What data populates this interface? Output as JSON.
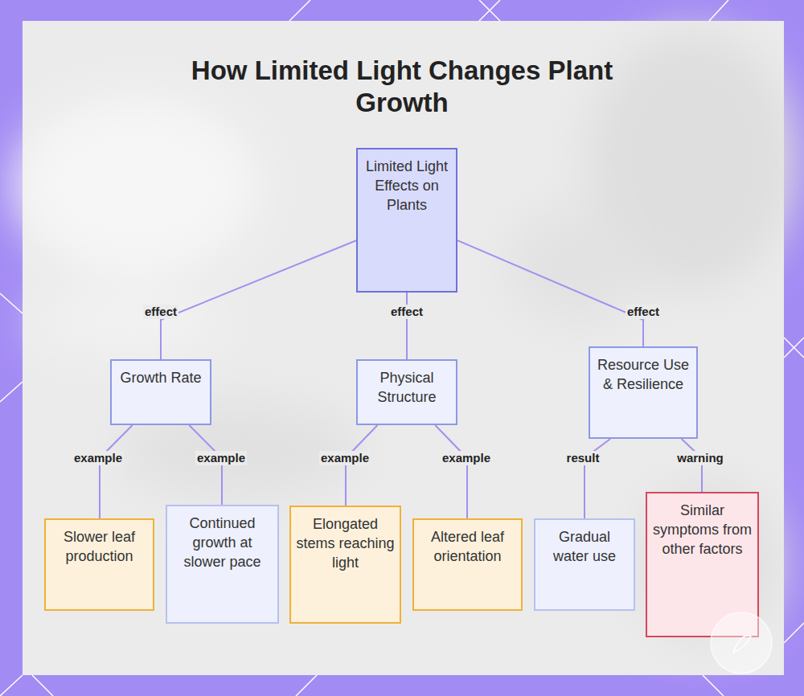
{
  "diagram": {
    "title": "How Limited Light Changes Plant Growth",
    "nodes": [
      {
        "text": [
          "Limited Light Effects on Plants"
        ]
      },
      {
        "text": [
          "Growth Rate"
        ]
      },
      {
        "text": [
          "Physical Structure"
        ]
      },
      {
        "text": [
          "Resource Use & Resilience"
        ]
      },
      {
        "text": [
          "Slower leaf production"
        ]
      },
      {
        "text": [
          "Continued growth at slower pace"
        ]
      },
      {
        "text": [
          "Elongated stems reaching light"
        ]
      },
      {
        "text": [
          "Altered leaf orientation"
        ]
      },
      {
        "text": [
          "Gradual water use"
        ]
      },
      {
        "text": [
          "Similar symptoms from other factors"
        ]
      }
    ],
    "edges": [
      {
        "from": 0,
        "to": 1,
        "label": "effect",
        "arrow": "none"
      },
      {
        "from": 0,
        "to": 2,
        "label": "effect",
        "arrow": "none"
      },
      {
        "from": 0,
        "to": 3,
        "label": "effect",
        "arrow": "none"
      },
      {
        "from": 1,
        "to": 4,
        "label": "example",
        "arrow": "none"
      },
      {
        "from": 1,
        "to": 5,
        "label": "example",
        "arrow": "none"
      },
      {
        "from": 2,
        "to": 6,
        "label": "example",
        "arrow": "none"
      },
      {
        "from": 2,
        "to": 7,
        "label": "example",
        "arrow": "none"
      },
      {
        "from": 3,
        "to": 8,
        "label": "result",
        "arrow": "none"
      },
      {
        "from": 3,
        "to": 9,
        "label": "warning",
        "arrow": "none"
      }
    ]
  }
}
